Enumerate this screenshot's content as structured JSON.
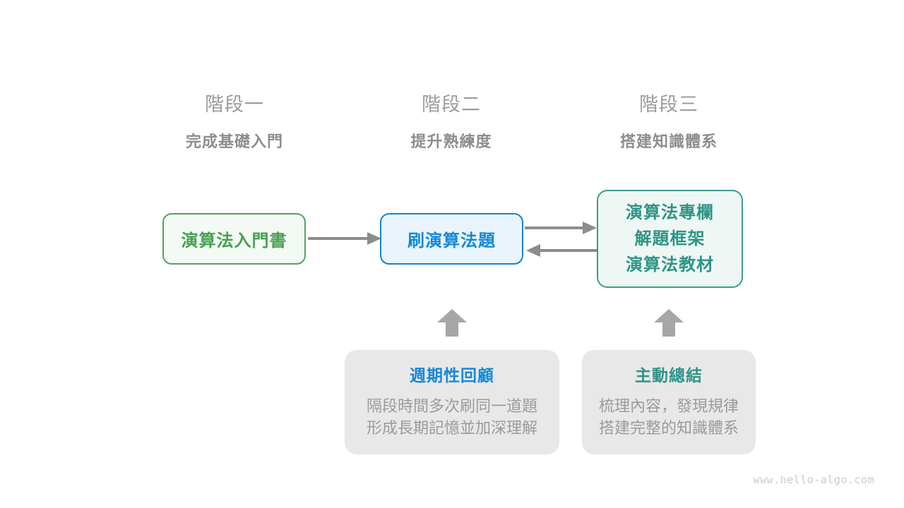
{
  "stages": [
    {
      "label": "階段一",
      "subtitle": "完成基礎入門"
    },
    {
      "label": "階段二",
      "subtitle": "提升熟練度"
    },
    {
      "label": "階段三",
      "subtitle": "搭建知識體系"
    }
  ],
  "nodes": {
    "stage1_box": {
      "label": "演算法入門書"
    },
    "stage2_box": {
      "label": "刷演算法題"
    },
    "stage3_box": {
      "lines": [
        "演算法專欄",
        "解題框架",
        "演算法教材"
      ]
    }
  },
  "callouts": [
    {
      "title": "週期性回顧",
      "lines": [
        "隔段時間多次刷同一道題",
        "形成長期記憶並加深理解"
      ]
    },
    {
      "title": "主動總結",
      "lines": [
        "梳理內容，發現規律",
        "搭建完整的知識體系"
      ]
    }
  ],
  "icons": {
    "arrow_stage1_to_stage2": "right-arrow-icon",
    "arrow_stage2_to_stage3": "right-arrow-icon",
    "arrow_stage3_to_stage2": "left-arrow-icon",
    "arrow_review_up": "up-block-arrow-icon",
    "arrow_summary_up": "up-block-arrow-icon"
  },
  "watermark": "www.hello-algo.com",
  "colors": {
    "green_border": "#56a15e",
    "green_text": "#48a051",
    "green_bg": "#f3f9f3",
    "blue_border": "#1583d6",
    "blue_text": "#1589d6",
    "blue_bg": "#e9f4fc",
    "teal_border": "#3b9c8f",
    "teal_text": "#2f9488",
    "teal_bg": "#eef7f3",
    "gray_bg": "#e8e8e8",
    "heading_gray": "#9c9c9c",
    "subtitle_gray": "#8d8d8d",
    "body_gray": "#9b9b9b",
    "arrow_gray": "#8c8c8c",
    "block_arrow_gray": "#a6a6a6",
    "watermark_gray": "#cbcbcb"
  }
}
